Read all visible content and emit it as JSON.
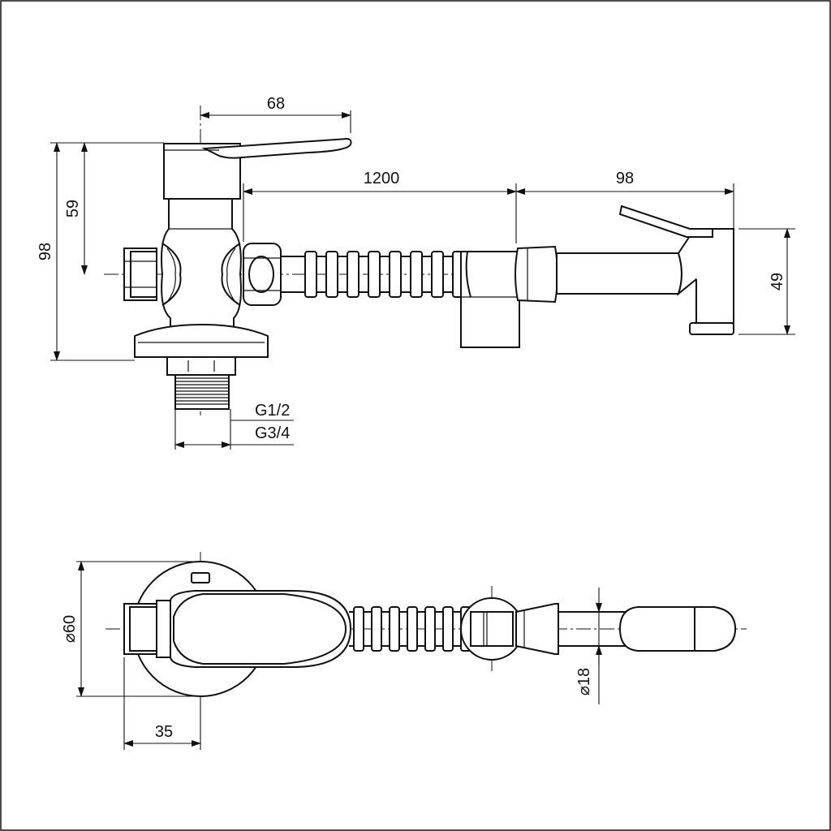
{
  "drawing": {
    "colors": {
      "line": "#111111",
      "paper": "#ffffff"
    },
    "side_view": {
      "dim_handle_reach": "68",
      "dim_total_height": "98",
      "dim_valve_height": "59",
      "dim_hose_length": "1200",
      "dim_sprayer_length": "98",
      "dim_sprayer_height": "49",
      "thread_size_1": "G1/2",
      "thread_size_2": "G3/4"
    },
    "top_view": {
      "dim_flange_diameter": "⌀60",
      "dim_body_offset": "35",
      "dim_hose_diameter": "⌀18"
    }
  }
}
